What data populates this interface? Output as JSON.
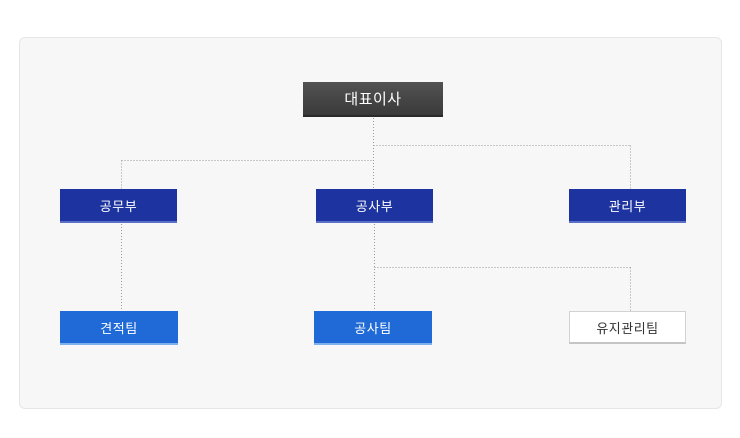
{
  "org": {
    "ceo": "대표이사",
    "departments": [
      {
        "label": "공무부"
      },
      {
        "label": "공사부"
      },
      {
        "label": "관리부"
      }
    ],
    "teams": [
      {
        "label": "견적팀",
        "parent": "공무부"
      },
      {
        "label": "공사팀",
        "parent": "공사부"
      },
      {
        "label": "유지관리팀",
        "parent": "공사부"
      }
    ]
  },
  "colors": {
    "ceo_box": "#454545",
    "department_box": "#1c33a0",
    "team_box": "#1f6ad6",
    "secondary_team_box": "#ffffff",
    "panel_background": "#f7f7f7",
    "connector": "#9a9a9a"
  }
}
